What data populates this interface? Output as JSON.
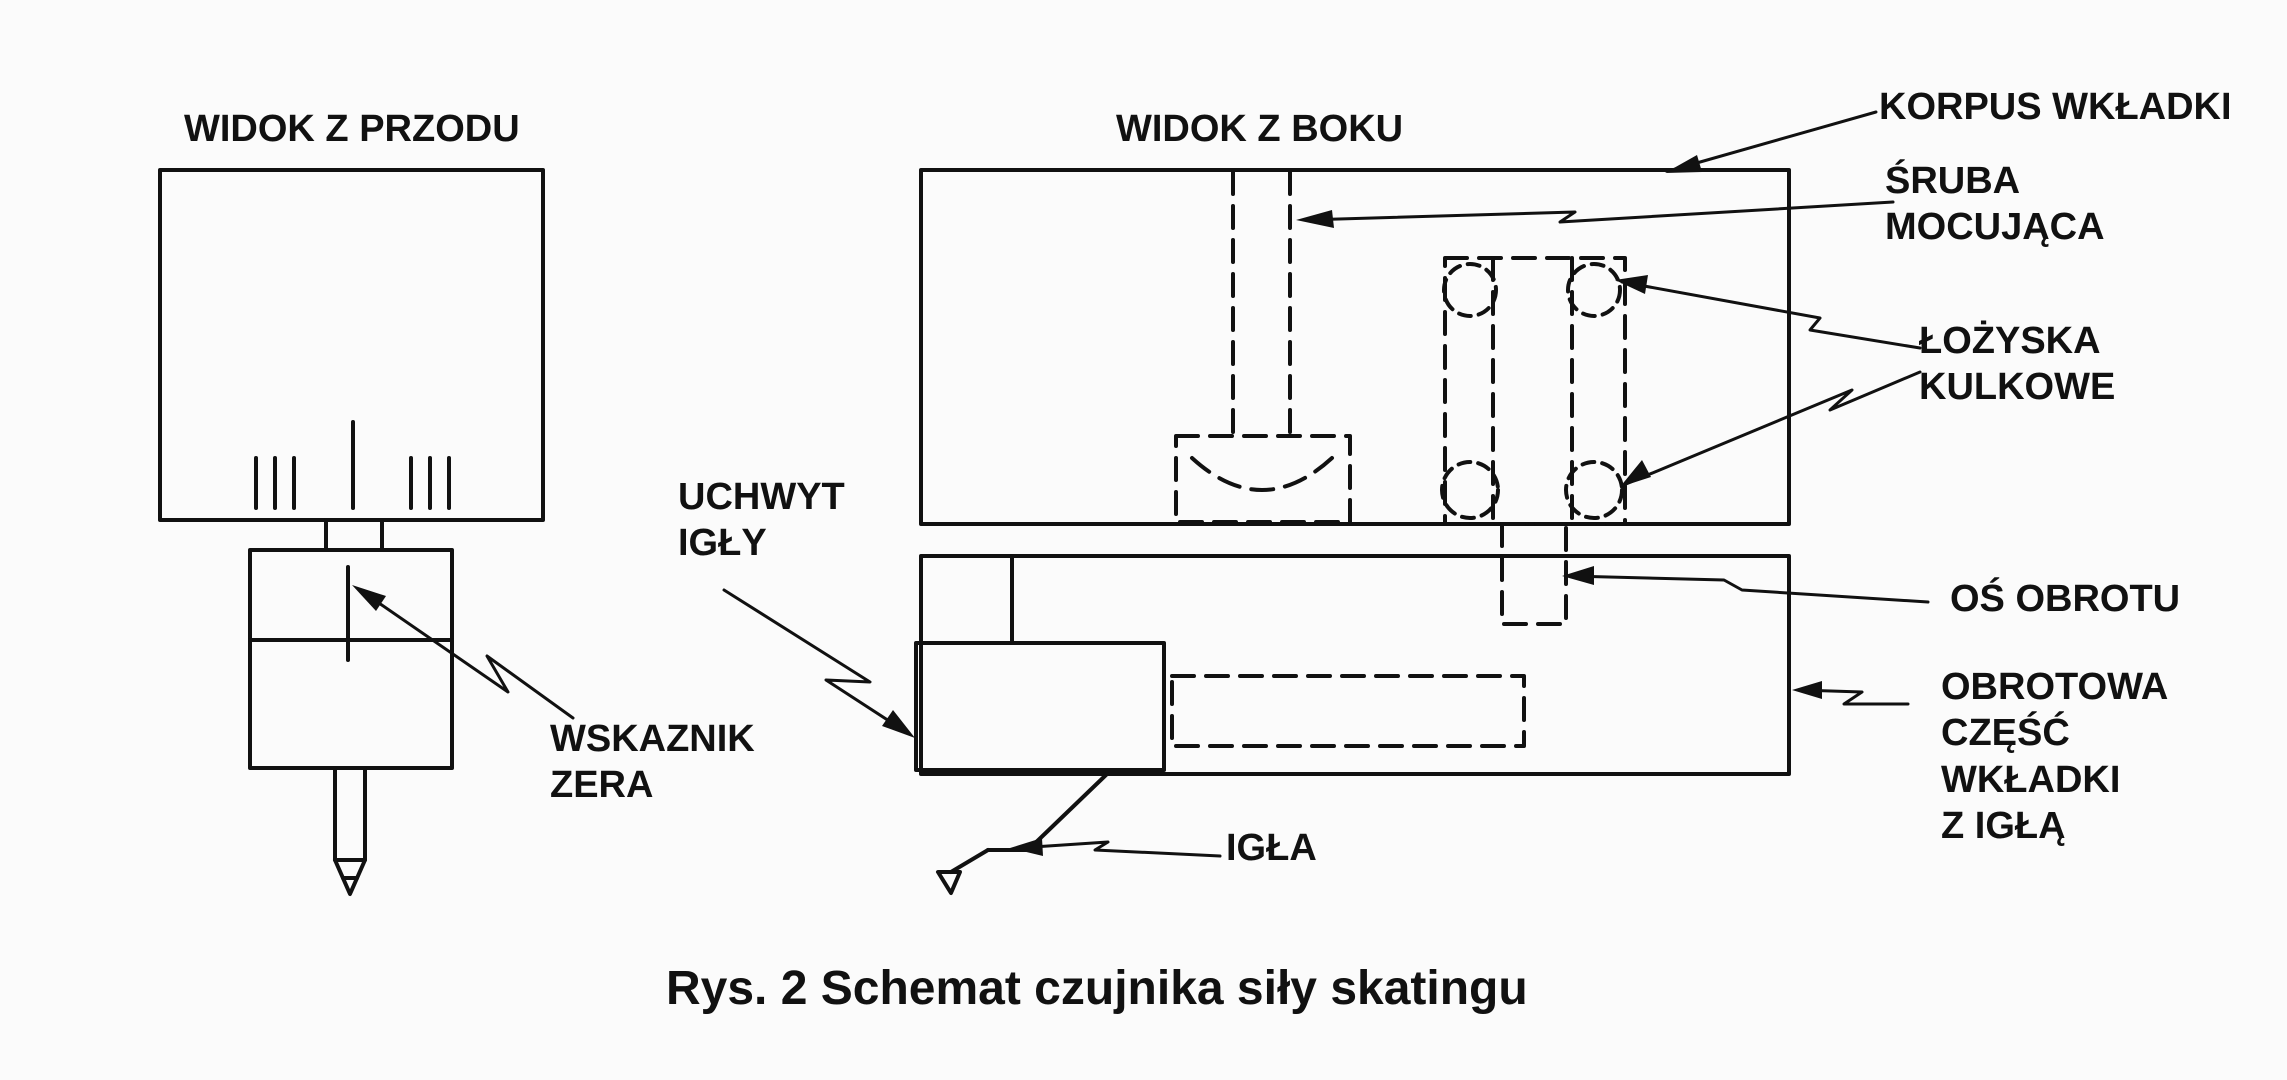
{
  "views": {
    "front": "WIDOK Z PRZODU",
    "side": "WIDOK Z BOKU"
  },
  "labels": {
    "korpus": "KORPUS WKŁADKI",
    "sruba_1": "ŚRUBA",
    "sruba_2": "MOCUJĄCA",
    "lozyska_1": "ŁOŻYSKA",
    "lozyska_2": "KULKOWE",
    "uchwyt_1": "UCHWYT",
    "uchwyt_2": "IGŁY",
    "os_obrotu": "OŚ OBROTU",
    "obrotowa_1": "OBROTOWA",
    "obrotowa_2": "CZĘŚĆ",
    "obrotowa_3": "WKŁADKI",
    "obrotowa_4": "Z IGŁĄ",
    "wskaznik_1": "WSKAZNIK",
    "wskaznik_2": "ZERA",
    "igla": "IGŁA"
  },
  "caption": "Rys. 2 Schemat czujnika siły skatingu",
  "colors": {
    "ink": "#111111",
    "background": "#fbfbfb"
  }
}
